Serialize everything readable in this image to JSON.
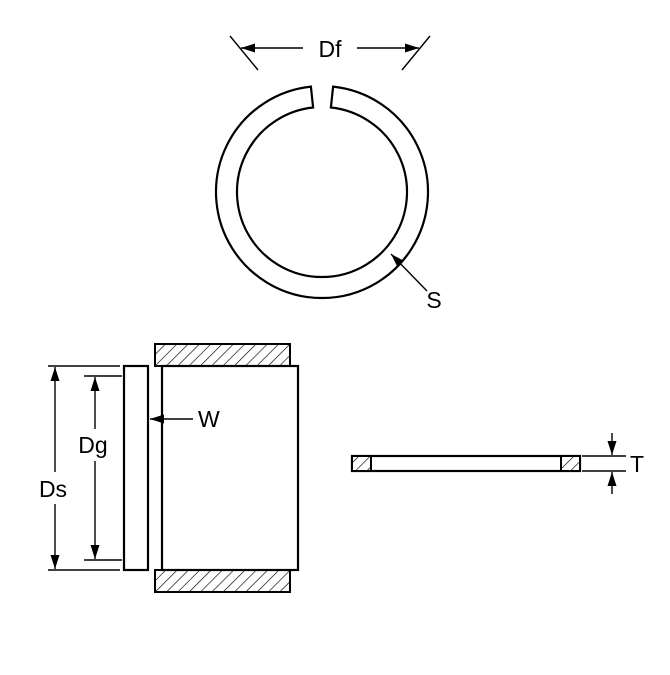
{
  "diagram": {
    "labels": {
      "df": "Df",
      "s": "S",
      "dg": "Dg",
      "ds": "Ds",
      "w": "W",
      "t": "T"
    },
    "colors": {
      "line": "#000000",
      "background": "#ffffff"
    }
  }
}
